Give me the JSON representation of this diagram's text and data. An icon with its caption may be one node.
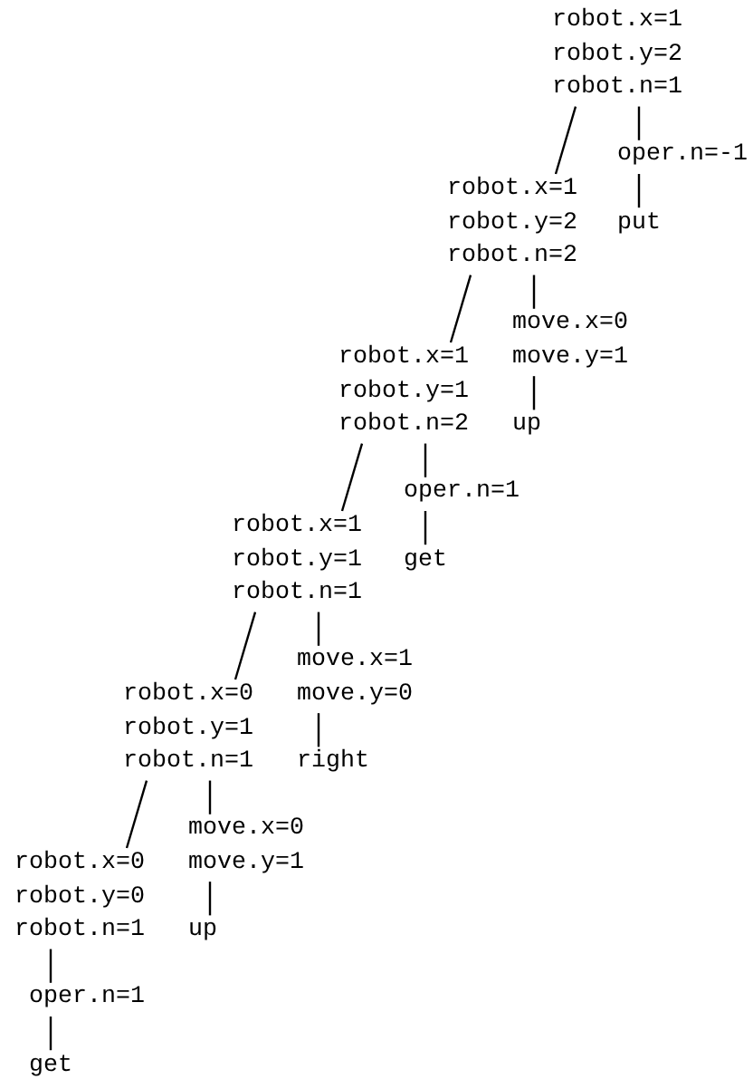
{
  "diagram": {
    "nodes": [
      {
        "text": [
          "robot.x=1 robot.y=2 robot.n=1"
        ]
      },
      {
        "text": [
          "oper.n=-1"
        ]
      },
      {
        "text": [
          "put"
        ]
      },
      {
        "text": [
          "robot.x=1 robot.y=2 robot.n=2"
        ]
      },
      {
        "text": [
          "move.x=0 move.y=1"
        ]
      },
      {
        "text": [
          "up"
        ]
      },
      {
        "text": [
          "robot.x=1 robot.y=1 robot.n=2"
        ]
      },
      {
        "text": [
          "oper.n=1"
        ]
      },
      {
        "text": [
          "get"
        ]
      },
      {
        "text": [
          "robot.x=1 robot.y=1 robot.n=1"
        ]
      },
      {
        "text": [
          "move.x=1 move.y=0"
        ]
      },
      {
        "text": [
          "right"
        ]
      },
      {
        "text": [
          "robot.x=0 robot.y=1 robot.n=1"
        ]
      },
      {
        "text": [
          "move.x=0 move.y=1"
        ]
      },
      {
        "text": [
          "up"
        ]
      },
      {
        "text": [
          "robot.x=0 robot.y=0 robot.n=1"
        ]
      },
      {
        "text": [
          "oper.n=1"
        ]
      },
      {
        "text": [
          "get"
        ]
      }
    ],
    "edges": [
      {
        "from": 0,
        "to": 3,
        "arrow": "none"
      },
      {
        "from": 0,
        "to": 1,
        "arrow": "none"
      },
      {
        "from": 1,
        "to": 2,
        "arrow": "none"
      },
      {
        "from": 3,
        "to": 6,
        "arrow": "none"
      },
      {
        "from": 3,
        "to": 4,
        "arrow": "none"
      },
      {
        "from": 4,
        "to": 5,
        "arrow": "none"
      },
      {
        "from": 6,
        "to": 9,
        "arrow": "none"
      },
      {
        "from": 6,
        "to": 7,
        "arrow": "none"
      },
      {
        "from": 7,
        "to": 8,
        "arrow": "none"
      },
      {
        "from": 9,
        "to": 12,
        "arrow": "none"
      },
      {
        "from": 9,
        "to": 10,
        "arrow": "none"
      },
      {
        "from": 10,
        "to": 11,
        "arrow": "none"
      },
      {
        "from": 12,
        "to": 15,
        "arrow": "none"
      },
      {
        "from": 12,
        "to": 13,
        "arrow": "none"
      },
      {
        "from": 13,
        "to": 14,
        "arrow": "none"
      },
      {
        "from": 15,
        "to": 16,
        "arrow": "none"
      },
      {
        "from": 16,
        "to": 17,
        "arrow": "none"
      }
    ]
  }
}
